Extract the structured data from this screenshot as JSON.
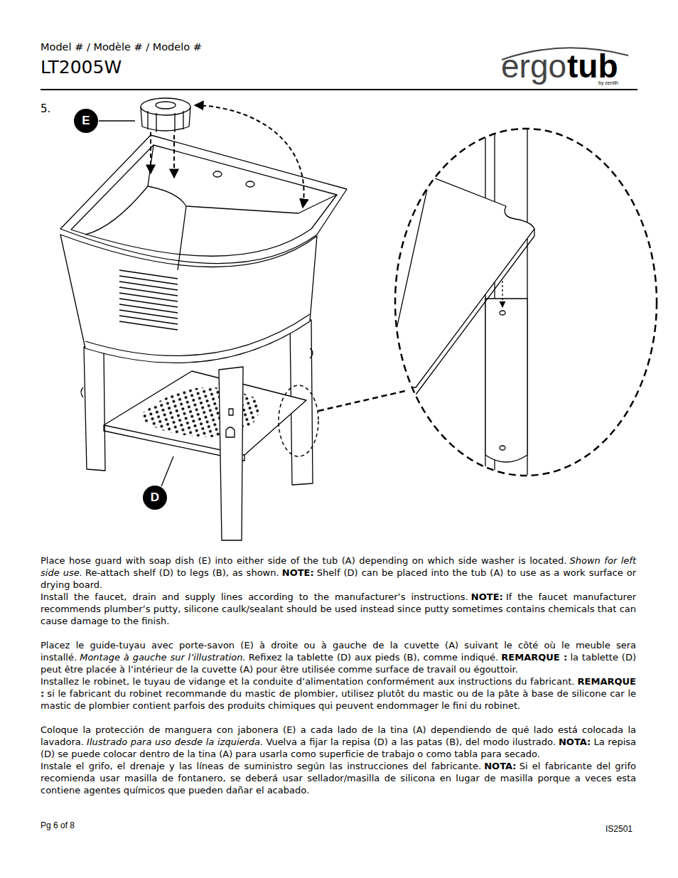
{
  "diagram": {
    "title": "LT2005W",
    "nodes": [
      {
        "text": [
          "E"
        ]
      },
      {
        "text": [
          "D"
        ]
      }
    ],
    "labels": [
      "Model # / Modèle # / Modelo #",
      "ergo",
      "tub",
      "by zenith",
      "5.",
      "Place hose guard with soap dish (E) into either side of the tub (A) depending on which side washer is located.",
      "Shown for left side use.",
      "Re-attach shelf (D) to legs (B), as shown.",
      "NOTE:",
      "Shelf (D) can be placed into the tub (A) to use as a work surface or drying board.",
      "Install the faucet, drain and supply lines according to the manufacturer’s instructions.",
      "NOTE:",
      "If the faucet manufacturer recommends plumber’s putty, silicone caulk/sealant should be used instead since putty sometimes contains chemicals that can cause damage to the finish.",
      "Placez le guide-tuyau avec porte-savon (E) à droite ou à gauche de la cuvette (A) suivant le côté où le meuble sera installé.",
      "Montage à gauche sur l’illustration.",
      "Refixez la tablette (D) aux pieds (B), comme indiqué.",
      "REMARQUE :",
      "la tablette (D) peut être placée à l’intérieur de la cuvette (A) pour être utilisée comme surface de travail ou égouttoir.",
      "Installez le robinet, le tuyau de vidange et la conduite d’alimentation conformément aux instructions du fabricant.",
      "REMARQUE :",
      "si le fabricant du robinet recommande du mastic de plombier, utilisez plutôt du mastic ou de la pâte à base de silicone car le mastic de plombier contient parfois des produits chimiques qui peuvent endommager le fini du robinet.",
      "Coloque la protección de manguera con jabonera (E) a cada lado de la tina (A) dependiendo de qué lado está colocada la lavadora.",
      "Ilustrado para uso desde la izquierda.",
      "Vuelva a fijar la repisa (D) a las patas (B), del modo ilustrado.",
      "NOTA:",
      "La repisa (D) se puede colocar dentro de la tina (A) para usarla como superficie de trabajo o como tabla para secado.",
      "Instale el grifo, el drenaje y las líneas de suministro según las instrucciones del fabricante.",
      "NOTA:",
      "Si el fabricante del grifo recomienda usar masilla de fontanero, se deberá usar sellador/masilla de silicona en lugar de masilla porque a veces esta contiene agentes químicos que pueden dañar el acabado.",
      "Pg 6 of 8",
      "IS2501"
    ]
  }
}
